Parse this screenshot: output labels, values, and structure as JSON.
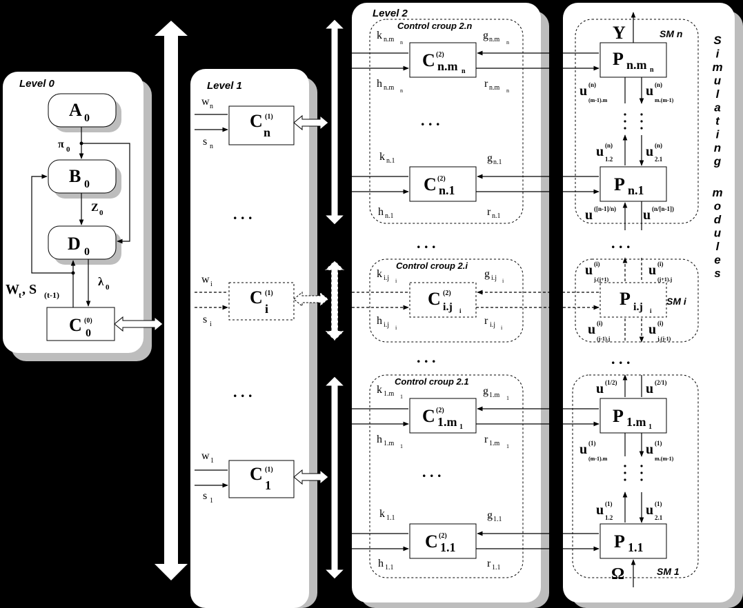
{
  "levels": {
    "level0": "Level  0",
    "level1": "Level  1",
    "level2": "Level  2"
  },
  "groups": {
    "g2n": "Control croup 2.n",
    "g2i": "Control croup 2.i",
    "g21": "Control croup 2.1"
  },
  "sm": {
    "smn": "SM n",
    "smi": "SM i",
    "sm1": "SM 1",
    "side_label": [
      "S",
      "i",
      "m",
      "u",
      "l",
      "a",
      "t",
      "i",
      "n",
      "g",
      " ",
      "m",
      "o",
      "d",
      "u",
      "l",
      "e",
      "s"
    ]
  },
  "level0": {
    "a": "A",
    "a_sub": "0",
    "b": "B",
    "b_sub": "0",
    "d": "D",
    "d_sub": "0",
    "c": "C",
    "c_sub": "0",
    "c_sup": "(0)",
    "pi": "π",
    "pi_sub": "0",
    "z": "Z",
    "z_sub": "0",
    "lambda": "λ",
    "lambda_sub": "0",
    "w": "W",
    "w_sub": "t",
    "s": ", S",
    "s_sub": "(t-1)"
  },
  "level1": {
    "cn": "C",
    "cn_sub": "n",
    "cn_sup": "(1)",
    "ci": "C",
    "ci_sub": "i",
    "ci_sup": "(1)",
    "c1": "C",
    "c1_sub": "1",
    "c1_sup": "(1)",
    "wn": "w",
    "wn_sub": "n",
    "sn": "s",
    "sn_sub": "n",
    "wi": "w",
    "wi_sub": "i",
    "si": "s",
    "si_sub": "i",
    "w1": "w",
    "w1_sub": "1",
    "s1": "s",
    "s1_sub": "1",
    "dots": ". . ."
  },
  "level2": {
    "cnm": "C",
    "cnm_sub": "n.m",
    "cnm_subsub": "n",
    "cnm_sup": "(2)",
    "cn1": "C",
    "cn1_sub": "n.1",
    "cn1_sup": "(2)",
    "cij": "C",
    "cij_sub": "i.j",
    "cij_subsub": "i",
    "cij_sup": "(2)",
    "c1m": "C",
    "c1m_sub": "1.m",
    "c1m_subsub": "1",
    "c1m_sup": "(2)",
    "c11": "C",
    "c11_sub": "1.1",
    "c11_sup": "(2)",
    "k": "k",
    "g": "g",
    "h": "h",
    "r": "r",
    "sub_nm": "n.m",
    "sub_nm_n": "n",
    "sub_n1": "n.1",
    "sub_ij": "i.j",
    "sub_ij_i": "i",
    "sub_1m": "1.m",
    "sub_1m_1": "1",
    "sub_11": "1.1",
    "dots": ". . ."
  },
  "modules": {
    "y": "Y",
    "omega": "Ω",
    "pnm": "P",
    "pnm_sub": "n.m",
    "pnm_subsub": "n",
    "pn1": "P",
    "pn1_sub": "n.1",
    "pij": "P",
    "pij_sub": "i.j",
    "pij_subsub": "i",
    "p1m": "P",
    "p1m_sub": "1.m",
    "p1m_subsub": "1",
    "p11": "P",
    "p11_sub": "1.1",
    "u": "u",
    "u_n": "(n)",
    "u_i": "(i)",
    "u_1": "(1)",
    "sub_mn1": "(m-1).m",
    "sub_mn1b": "m.(m-1)",
    "sub_12": "1.2",
    "sub_21": "2.1",
    "sup_n1n": "([n-1]/n)",
    "sup_nn1": "(n/[n-1])",
    "sub_jj1": "j.(j+1)",
    "sub_j1j": "(j+1).j",
    "sub_jm1j": "(j-1).j",
    "sub_jjm1": "j.(j-1)",
    "sup_12": "(1/2)",
    "sup_21": "(2/1)",
    "dots": ". . ."
  }
}
